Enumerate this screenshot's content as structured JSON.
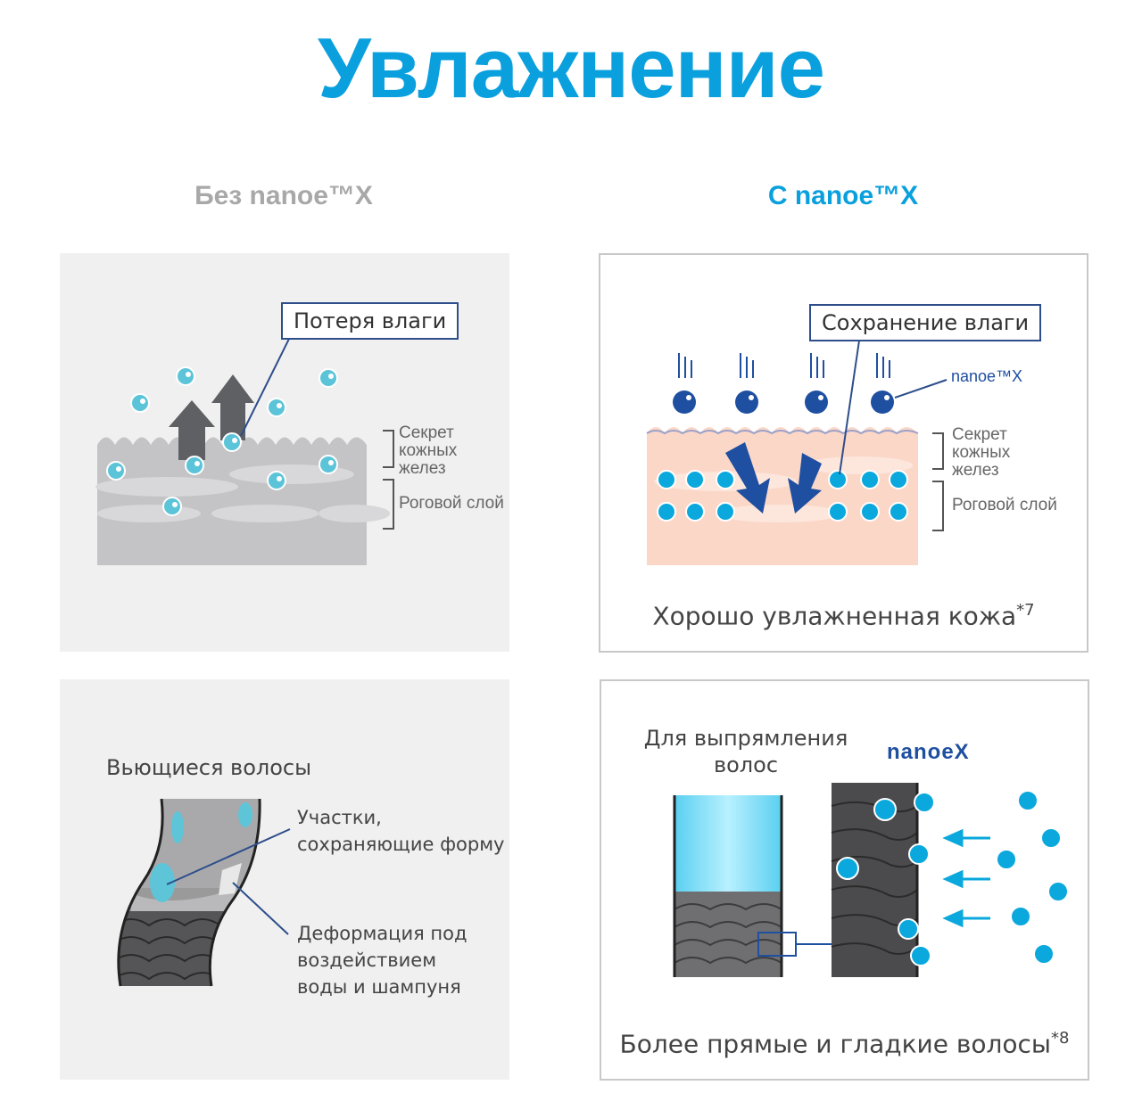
{
  "page": {
    "title": "Увлажнение",
    "col_without": "Без nanoe™X",
    "col_with": "С nanoe™X"
  },
  "colors": {
    "title": "#0aa0de",
    "with_heading": "#0aa0de",
    "without_heading": "#a8a8a8",
    "nav_blue": "#1e4fa0",
    "droplet": "#3bb8d8",
    "skin": "#fbd7c8"
  },
  "skin_without": {
    "label": "Потеря влаги",
    "secretion": "Секрет\nкожных\nжелез",
    "horny_layer": "Роговой слой"
  },
  "skin_with": {
    "label": "Сохранение влаги",
    "nanoe": "nanoe™X",
    "secretion": "Секрет\nкожных\nжелез",
    "horny_layer": "Роговой слой",
    "caption": "Хорошо увлажненная кожа",
    "note": "*7"
  },
  "hair_without": {
    "title": "Вьющиеся волосы",
    "shape_areas": "Участки,\nсохраняющие форму",
    "deformation": "Деформация под\nвоздействием\nводы и шампуня"
  },
  "hair_with": {
    "title": "Для выпрямления\nволос",
    "logo": "nanoeX",
    "caption": "Более прямые и гладкие волосы",
    "note": "*8"
  }
}
